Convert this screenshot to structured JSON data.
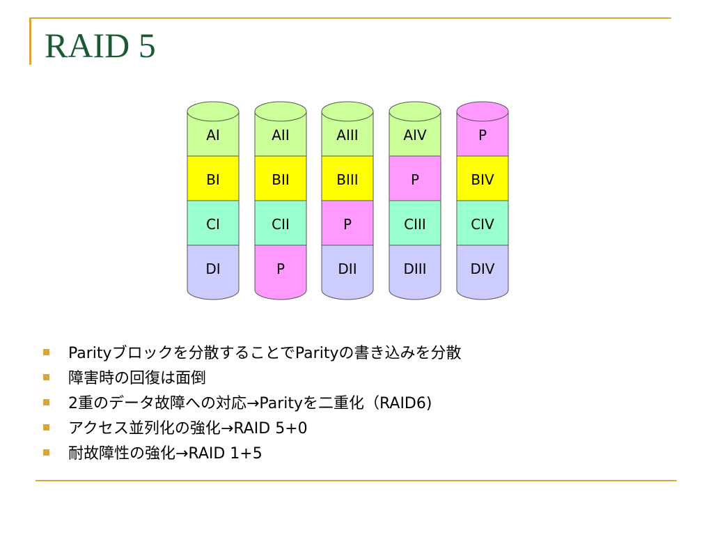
{
  "slide": {
    "title": "RAID 5",
    "accent_color": "#d9a63a",
    "title_color": "#1a5a32"
  },
  "palette": {
    "A": "#ccff99",
    "B": "#ffff00",
    "C": "#99ffcc",
    "D": "#ccccff",
    "P": "#ff99ff"
  },
  "disks": [
    {
      "blocks": [
        {
          "label": "AI",
          "kind": "A"
        },
        {
          "label": "BI",
          "kind": "B"
        },
        {
          "label": "CI",
          "kind": "C"
        },
        {
          "label": "DI",
          "kind": "D"
        }
      ]
    },
    {
      "blocks": [
        {
          "label": "AII",
          "kind": "A"
        },
        {
          "label": "BII",
          "kind": "B"
        },
        {
          "label": "CII",
          "kind": "C"
        },
        {
          "label": "P",
          "kind": "P"
        }
      ]
    },
    {
      "blocks": [
        {
          "label": "AIII",
          "kind": "A"
        },
        {
          "label": "BIII",
          "kind": "B"
        },
        {
          "label": "P",
          "kind": "P"
        },
        {
          "label": "DII",
          "kind": "D"
        }
      ]
    },
    {
      "blocks": [
        {
          "label": "AIV",
          "kind": "A"
        },
        {
          "label": "P",
          "kind": "P"
        },
        {
          "label": "CIII",
          "kind": "C"
        },
        {
          "label": "DIII",
          "kind": "D"
        }
      ]
    },
    {
      "blocks": [
        {
          "label": "P",
          "kind": "P"
        },
        {
          "label": "BIV",
          "kind": "B"
        },
        {
          "label": "CIV",
          "kind": "C"
        },
        {
          "label": "DIV",
          "kind": "D"
        }
      ]
    }
  ],
  "bullets": [
    "Parityブロックを分散することでParityの書き込みを分散",
    "障害時の回復は面倒",
    "2重のデータ故障への対応→Parityを二重化（RAID6)",
    "アクセス並列化の強化→RAID 5+0",
    "耐故障性の強化→RAID 1+5"
  ]
}
